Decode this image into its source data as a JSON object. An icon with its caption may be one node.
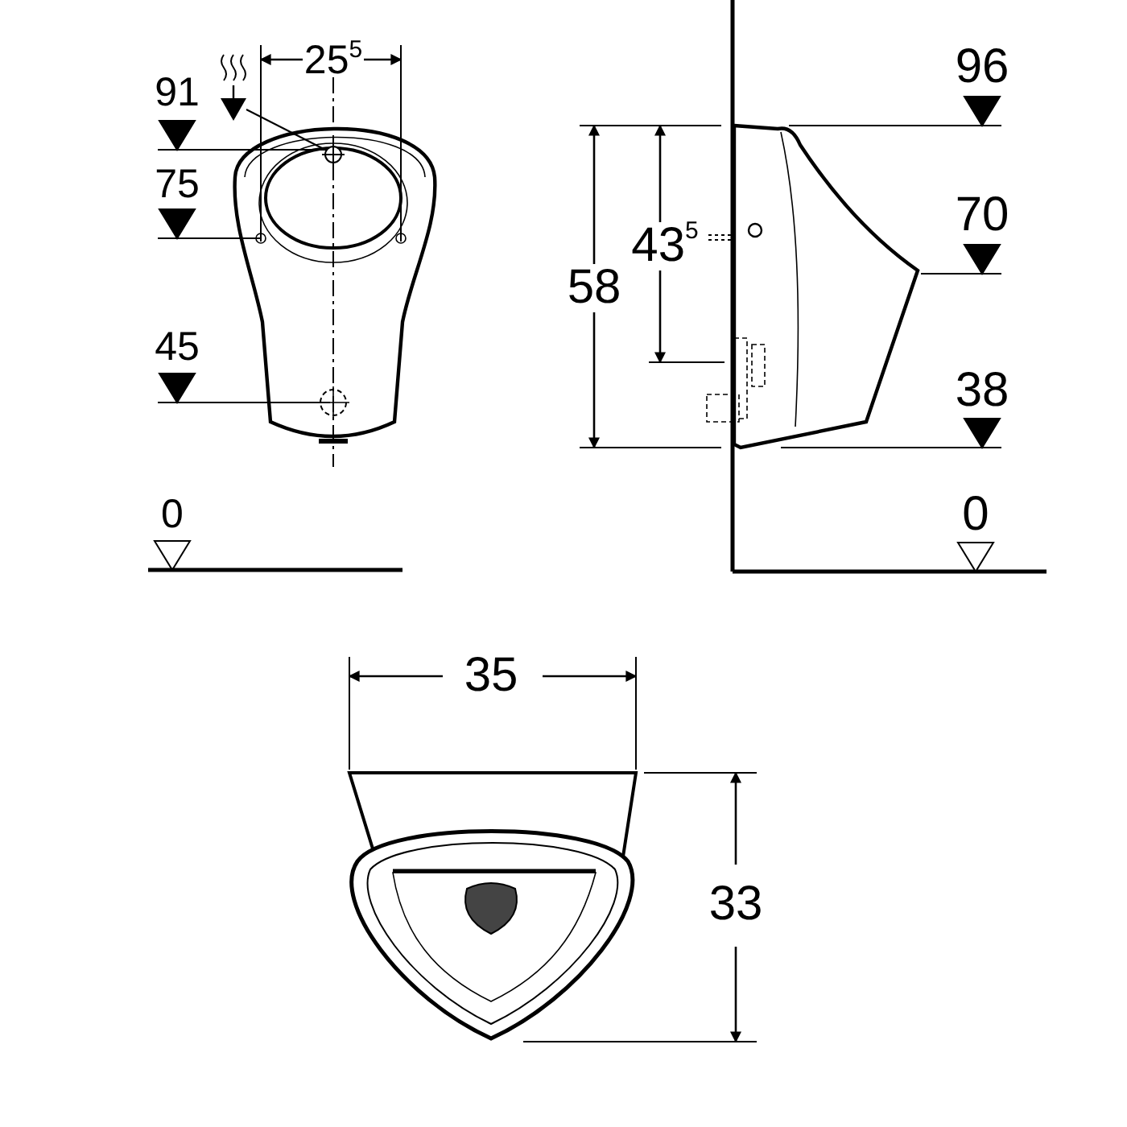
{
  "diagram": {
    "nodes": [
      {
        "text": [],
        "shape": "picture"
      },
      {
        "text": [],
        "shape": "circle"
      }
    ],
    "edges": [
      {
        "from": 0,
        "to": 1,
        "arrow": "none"
      }
    ],
    "labels": [
      "25$^{5}$",
      "91",
      "75",
      "45",
      "0",
      "96",
      "58",
      "43$^{5}$",
      "70",
      "38",
      "0",
      "35",
      "33"
    ]
  }
}
